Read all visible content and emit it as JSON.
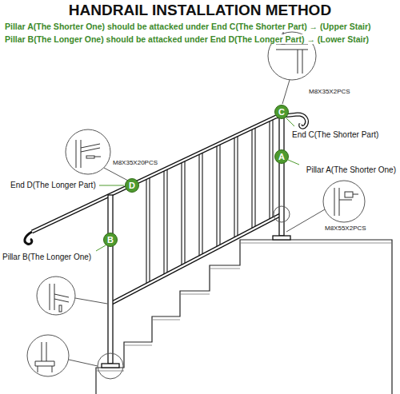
{
  "diagram": {
    "title": "HANDRAIL INSTALLATION METHOD",
    "nodes": [
      {
        "text": [
          "C"
        ]
      },
      {
        "text": [
          "A"
        ]
      },
      {
        "text": [
          "D"
        ]
      },
      {
        "text": [
          "B"
        ]
      }
    ],
    "labels": [
      "Pillar A(The Shorter One) should be attacked under End C(The Shorter Part) → (Upper Stair)",
      "Pillar B(The Longer One) should be attacked under End D(The Longer Part) → (Lower Stair)",
      "End C(The Shorter Part)",
      "Pillar A(The Shorter One)",
      "End D(The Longer Part)",
      "Pillar B(The Longer One)",
      "M8X35X2PCS",
      "M8X35X20PCS",
      "M8X55X2PCS"
    ]
  }
}
